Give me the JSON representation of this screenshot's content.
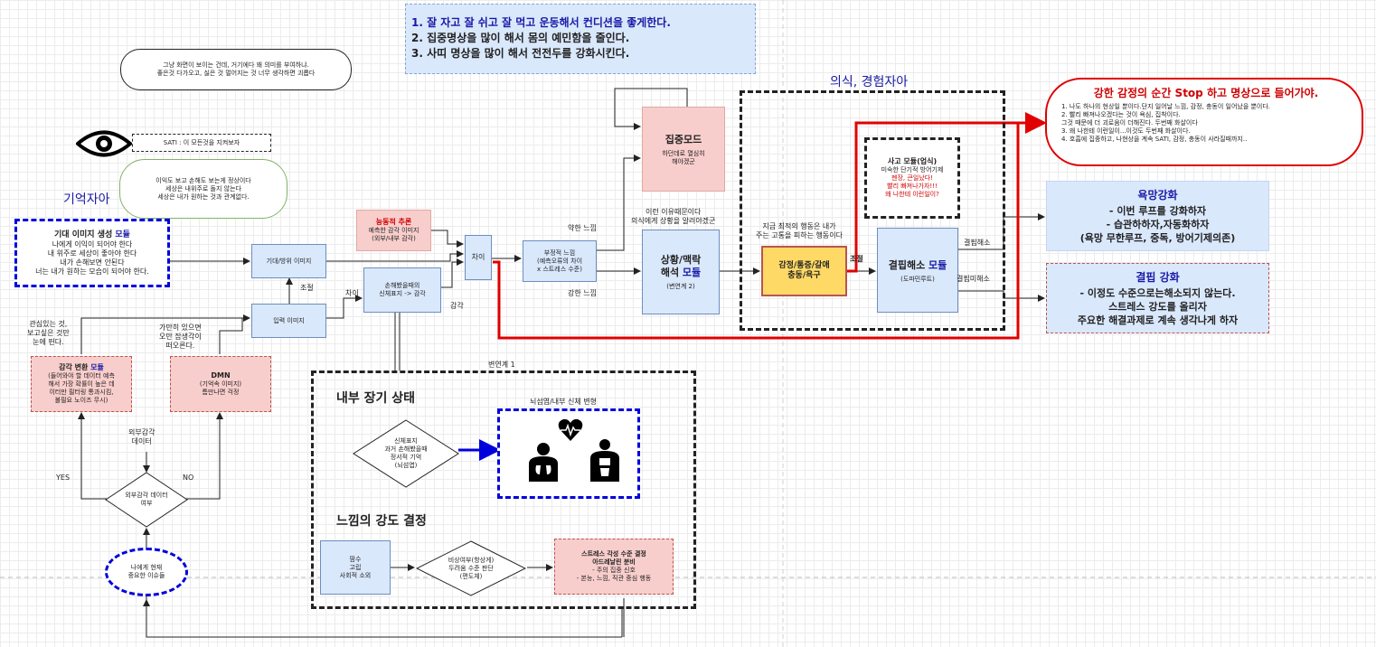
{
  "top_note": {
    "line1": "1. 잘 자고 잘 쉬고 잘 먹고 운동해서 컨디션을 좋게한다.",
    "line2": "2. 집중명상을 많이 해서 몸의 예민함을 줄인다.",
    "line3": "3. 사띠 명상을 많이 해서 전전두를 강화시킨다."
  },
  "note_screen": "그냥 화면이 보이는 건데, 거기에다 왜 의미를 부여하냐.\n좋은것 다가오고, 싫은 것 멀어지는 것 너무 생각하면 괴롭다",
  "sati_label": "SATI : 이 모든것을 지켜보자",
  "green_note": "이익도 보고 손해도 보는게 정상이다\n세상은 내위주로 돌지 않는다\n세상은 내가 원하는 것과 관계없다.",
  "memory_self_title": "기억자아",
  "conscious_self_title": "의식, 경험자아",
  "expect_module": {
    "title": "기대 이미지 생성 ",
    "title_module": "모듈",
    "body": "나에게 이익이 되어야 한다\n내 위주로 세상이 좋아야 한다\n내가 손해보면 안된다\n너는 내가  원하는 모습이 되어야 한다."
  },
  "expect_image": "기대/방위 이미지",
  "input_image": "입력 이미지",
  "compare_label": "조절",
  "loss_box": "손해봤을때의\n신체표지 -> 감각",
  "active_infer": {
    "title": "능동적 추론",
    "body": "예측한 감각 이미지\n(외부/내부 감각)"
  },
  "diff_box": "차이",
  "diff_left_label": "차이",
  "sense_label": "감각",
  "neg_feeling": "부정적 느낌\n(예측오류의 차이\nx 스트레스 수준)",
  "weak_feeling": "약한 느낌",
  "strong_feeling": "강한 느낌",
  "focus_mode": {
    "title": "집중모드",
    "body": "하던데로 열심히\n해야겠군"
  },
  "context_note": "이런 이유때문이다\n의식에게 상황을 알려야겠군",
  "context_module": {
    "title": "상황/맥락\n해석 ",
    "title_module": "모듈",
    "body": "(변연계 2)"
  },
  "thought_module": {
    "title": "사고 모듈(업식)",
    "body": "미숙한 단기적 방어기제",
    "red": "젠장, 큰일났다!\n빨리 빠져나가자!!!\n왜 나한테 이런일이?"
  },
  "now_best": "지금 최적의 행동은 내가\n주는 고통을 피하는 행동이다",
  "emotion_box": "감정/통증/갈애\n충동/욕구",
  "adjust_label": "조절",
  "craving_module": {
    "title": "결핍해소 ",
    "title_module": "모듈",
    "body": "(도파민루트)"
  },
  "resolved": "결핍해소",
  "unresolved": "결핍미해소",
  "stop_note": {
    "title_pre": "강한 감정의 순간  ",
    "title_stop": "Stop",
    "title_post": " 하고 명상으로 들어가야.",
    "items": [
      "1. 나도 하나의 현상일 뿐이다.단지 일어날 느낌, 감정, 충동이 일어났을 뿐이다.",
      "2. 빨리 빠져나오겠다는 것이 욕심, 집착이다.\n    그것 때문에 더 괴로움이 더해진다. 두번째 화살이다",
      "3. 왜 나한테 이런일이...이것도 두번째 화살이다.",
      "4. 호흡에 집중하고, 나현상을 계속 SATI, 감정, 충동이 사라질때까지.."
    ]
  },
  "desire_box": {
    "title": "욕망강화",
    "body": "- 이번 루프를 강화하자\n- 습관하하자,자동화하자\n(욕망 무한루프, 중독, 방어기제의존)"
  },
  "lack_box": {
    "title": "결핍 강화",
    "body": "- 이정도 수준으로는해소되지 않는다.\n스트레스 강도를 올리자\n주요한 해결과제로 계속 생각나게 하자"
  },
  "attention_note": "관심있는 것,\n보고싶은 것만\n눈에 띈다.",
  "filter_note": "가만히 있으면\n오만 잡생각이\n떠오른다.",
  "sense_module": {
    "title": "감각 변환 ",
    "title_module": "모듈",
    "body": "(들어와야 할 데이터 예측\n해서 가장 확률이 높은 데\n이터만 필터링 통과시킴,\n불필요 노이즈 무시)"
  },
  "dmn_box": {
    "title": "DMN",
    "body": "(기억속 이미지)\n틈만나면 걱정"
  },
  "external_data": "외부감각\n데이터",
  "decision": "외부감각 데이터\n여부",
  "yes_label": "YES",
  "no_label": "NO",
  "issue_note": "나에게 현재\n중요한 이슈들",
  "limbic_label": "변연계 1",
  "inner_state_title": "내부 장기 상태",
  "body_marker": "신체표지\n과거 손해봤을때\n정서적 기억\n(뇌섬엽)",
  "insula_title": "뇌섬엽/내부 신체 변형",
  "intensity_title": "느낌의 강도 결정",
  "pain_box": "땀수\n고립\n사회적 소외",
  "emergency_diamond": "비상여부(항상게)\n두려움 수준 판단\n(편도체)",
  "stress_box": {
    "title": "스트레스 각성 수준 결정",
    "line2": "아드레날린 분비",
    "body": "- 주의 집중 신호\n- 본능, 느낌, 직관 중심 행동"
  },
  "colors": {
    "blue_fill": "#dae8fc",
    "pink_fill": "#f8cecc",
    "orange_fill": "#ffd966",
    "red_line": "#e00000",
    "blue_dash": "#0000dd"
  },
  "icons": [
    "eye-icon",
    "heart-pulse-icon",
    "lungs-person-icon",
    "body-organs-icon"
  ]
}
